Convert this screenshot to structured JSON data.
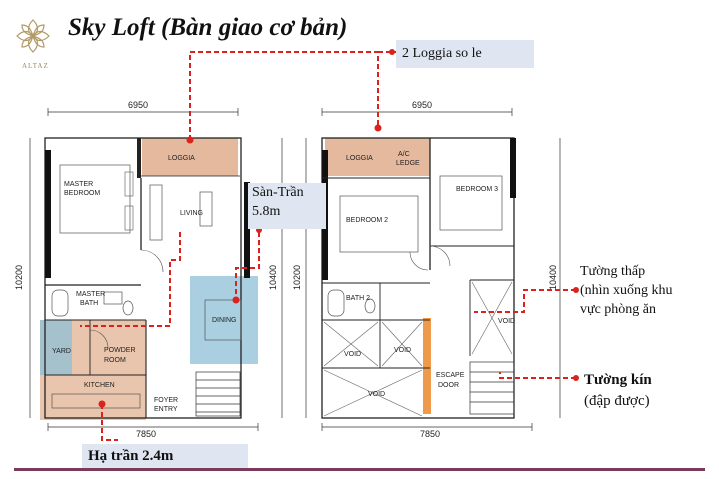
{
  "title": "Sky Loft (Bàn giao cơ bản)",
  "logo": {
    "brand": "ALTAZ"
  },
  "colors": {
    "accent_red": "#d9231c",
    "loggia_fill": "#e0ad8c",
    "blue_fill": "#8dbfd5",
    "callout_box": "#dfe6f1",
    "bottom_bar": "#7a3a5c",
    "escape_orange": "#ee9a4a"
  },
  "callouts": {
    "loggia": "2 Loggia so le",
    "san_tran_1": "Sàn-Trần",
    "san_tran_2": "5.8m",
    "tuong_thap_1": "Tường thấp",
    "tuong_thap_2": "(nhìn xuống khu",
    "tuong_thap_3": "vực phòng ăn",
    "tuong_kin": "Tường kín",
    "dap_duoc": "(đập được)",
    "ha_tran": "Hạ trần 2.4m"
  },
  "plan_left": {
    "dim_top": "6950",
    "dim_bottom": "7850",
    "dim_left": "10200",
    "dim_right": "10400",
    "rooms": {
      "loggia": "LOGGIA",
      "master_1": "MASTER",
      "master_2": "BEDROOM",
      "living": "LIVING",
      "master_bath_1": "MASTER",
      "master_bath_2": "BATH",
      "dining": "DINING",
      "yard": "YARD",
      "powder_1": "POWDER",
      "powder_2": "ROOM",
      "kitchen": "KITCHEN",
      "foyer_1": "FOYER",
      "foyer_2": "ENTRY"
    }
  },
  "plan_right": {
    "dim_top": "6950",
    "dim_bottom": "7850",
    "dim_left": "10200",
    "dim_right": "10400",
    "rooms": {
      "loggia": "LOGGIA",
      "ac_1": "A/C",
      "ac_2": "LEDGE",
      "bedroom3": "BEDROOM 3",
      "bedroom2": "BEDROOM 2",
      "bath2": "BATH 2",
      "void_a": "VOID",
      "void_b": "VOID",
      "void_c": "VOID",
      "void_d": "VOID",
      "escape_1": "ESCAPE",
      "escape_2": "DOOR"
    }
  }
}
